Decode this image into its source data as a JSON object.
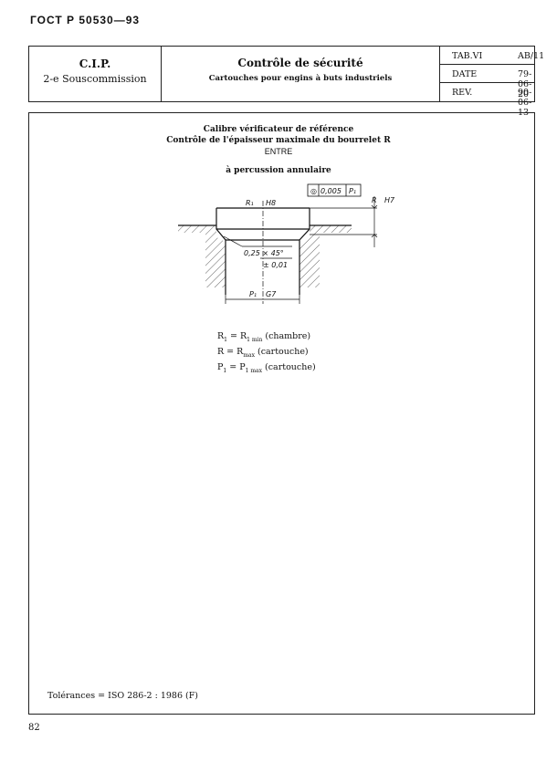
{
  "header": {
    "standard_title": "ГОСТ Р 50530—93",
    "org": "C.I.P.",
    "subcommission": "2-e Souscommission",
    "title": "Contrôle de sécurité",
    "subtitle": "Cartouches pour engins à buts industriels",
    "meta": [
      {
        "key": "TAB.VI",
        "value": "AB/11"
      },
      {
        "key": "DATE",
        "value": "79-06-20"
      },
      {
        "key": "REV.",
        "value": "90-06-13"
      }
    ]
  },
  "body": {
    "caption_line1": "Calibre vérificateur de référence",
    "caption_line2": "Contrôle de l'épaisseur maximale du bourrelet R",
    "caption_line3": "ENTRE",
    "caption_line4": "à percussion annulaire"
  },
  "drawing": {
    "label_r1": "R₁",
    "label_h8": "H8",
    "tolerance_symbol": "◎",
    "tolerance_value": "0,005",
    "tolerance_datum": "P₁",
    "label_r": "R",
    "label_h7": "H7",
    "chamfer": "0,25 × 45°",
    "chamfer_tol": "± 0,01",
    "label_p1": "P₁",
    "label_g7": "G7"
  },
  "legend": [
    {
      "lhs": "R",
      "lsub": "1",
      "eq": " = ",
      "rhs": "R",
      "rsub": "1 min",
      "note": " (chambre)"
    },
    {
      "lhs": "R",
      "lsub": "",
      "eq": " = ",
      "rhs": "R",
      "rsub": "max",
      "note": " (cartouche)"
    },
    {
      "lhs": "P",
      "lsub": "1",
      "eq": " = ",
      "rhs": "P",
      "rsub": "1 max",
      "note": " (cartouche)"
    }
  ],
  "footer": {
    "tolerances": "Tolérances = ISO 286-2 : 1986 (F)",
    "page_number": "82"
  }
}
